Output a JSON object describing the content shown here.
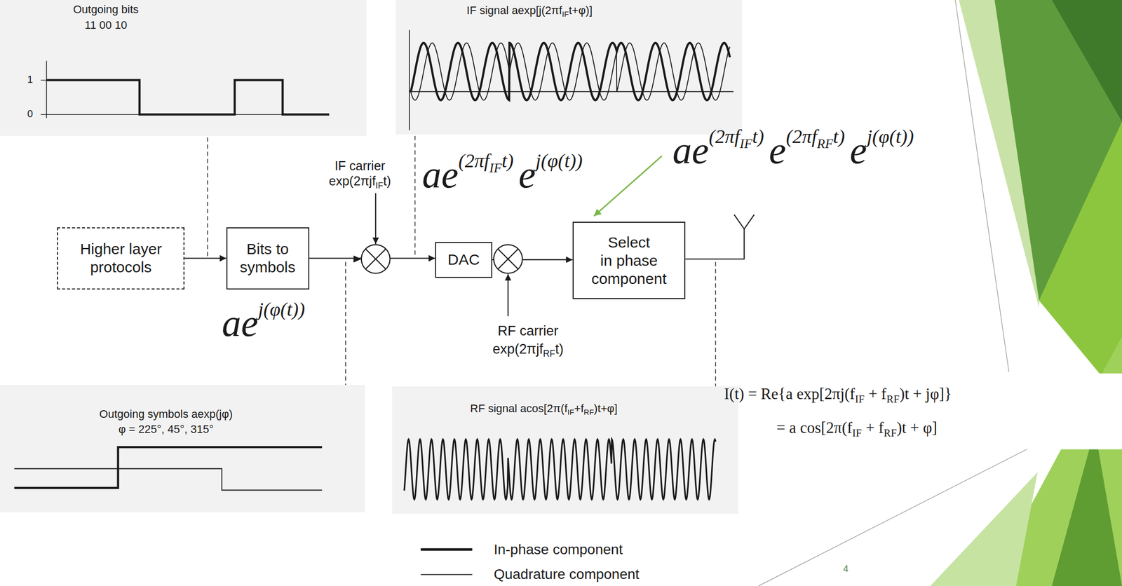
{
  "diagram": {
    "nodes": [
      {
        "text": [
          "Higher layer protocols"
        ]
      },
      {
        "text": [
          "Bits to symbols"
        ]
      },
      {
        "text": [
          "DAC"
        ]
      },
      {
        "text": [
          "Select in phase component"
        ]
      }
    ],
    "edges": [
      {
        "from": 0,
        "to": 1,
        "arrow": "to"
      },
      {
        "from": 1,
        "to": 2,
        "arrow": "to"
      },
      {
        "from": 2,
        "to": 3,
        "arrow": "to"
      }
    ],
    "labels": [
      "Outgoing bits",
      "11 00 10",
      "1",
      "0",
      "IF signal aexp[j(2πf",
      "IF",
      "t+φ)]",
      "IF carrier",
      "exp(2πjf",
      "IF",
      "t)",
      "ae",
      "(2πf",
      "IF",
      "t)",
      "e",
      "j(φ(t))",
      "ae",
      "(2πf",
      "IF",
      "t)",
      "e",
      "(2πf",
      "RF",
      "t)",
      "e",
      "j(φ(t))",
      "ae",
      "j(φ(t))",
      "RF carrier",
      "exp(2πjf",
      "RF",
      "t)",
      "Outgoing symbols aexp(jφ)",
      "φ = 225°, 45°, 315°",
      "RF signal acos[2π(f",
      "IF",
      "+f",
      "RF",
      ")t+φ]",
      "I(t) = Re{a exp[2πj(f",
      "IF",
      "+ f",
      "RF",
      ")t + jφ]}",
      "= a cos[2π(f",
      "IF",
      "+ f",
      "RF",
      ")t + φ]",
      "4"
    ],
    "legend": [
      {
        "text": "In-phase component"
      },
      {
        "text": "Quadrature component"
      }
    ]
  }
}
